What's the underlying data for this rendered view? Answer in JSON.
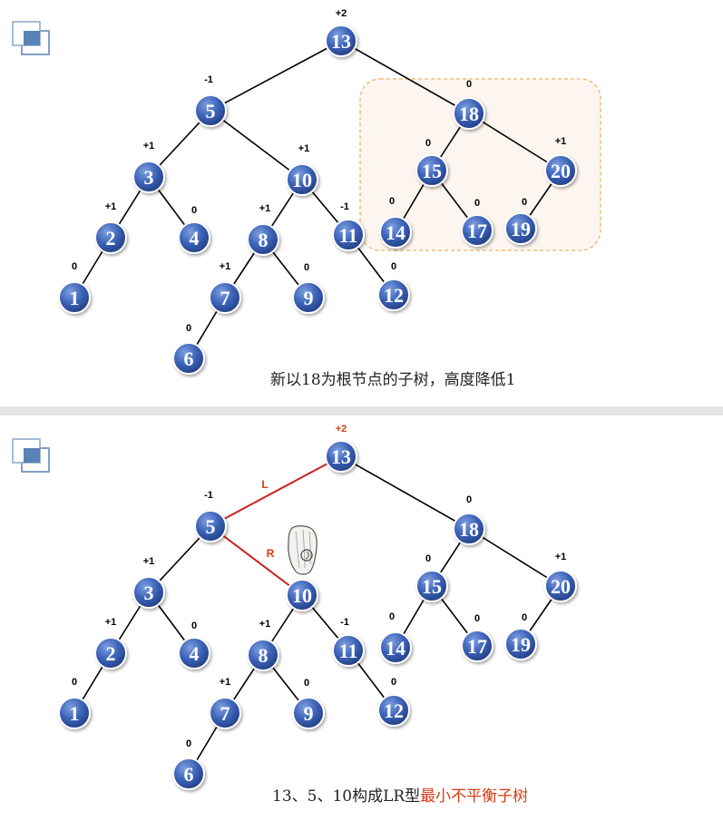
{
  "slides": [
    {
      "caption": "新以18为根节点的子树，高度降低1",
      "root_bf_color": "#000000",
      "highlight_box": true,
      "nodes": [
        {
          "key": "13",
          "bf": "+2"
        },
        {
          "key": "5",
          "bf": "-1"
        },
        {
          "key": "18",
          "bf": "0"
        },
        {
          "key": "3",
          "bf": "+1"
        },
        {
          "key": "10",
          "bf": "+1"
        },
        {
          "key": "15",
          "bf": "0"
        },
        {
          "key": "20",
          "bf": "+1"
        },
        {
          "key": "2",
          "bf": "+1"
        },
        {
          "key": "4",
          "bf": "0"
        },
        {
          "key": "8",
          "bf": "+1"
        },
        {
          "key": "11",
          "bf": "-1"
        },
        {
          "key": "14",
          "bf": "0"
        },
        {
          "key": "17",
          "bf": "0"
        },
        {
          "key": "19",
          "bf": "0"
        },
        {
          "key": "1",
          "bf": "0"
        },
        {
          "key": "7",
          "bf": "+1"
        },
        {
          "key": "9",
          "bf": "0"
        },
        {
          "key": "12",
          "bf": "0"
        },
        {
          "key": "6",
          "bf": "0"
        }
      ]
    },
    {
      "caption_prefix": "13、5、10构成LR型",
      "caption_highlight": "最小不平衡子树",
      "root_bf_color": "#d63a12",
      "highlight_box": false,
      "edge_labels": {
        "left": "L",
        "right": "R"
      },
      "nodes": [
        {
          "key": "13",
          "bf": "+2"
        },
        {
          "key": "5",
          "bf": "-1"
        },
        {
          "key": "18",
          "bf": "0"
        },
        {
          "key": "3",
          "bf": "+1"
        },
        {
          "key": "10",
          "bf": ""
        },
        {
          "key": "15",
          "bf": "0"
        },
        {
          "key": "20",
          "bf": "+1"
        },
        {
          "key": "2",
          "bf": "+1"
        },
        {
          "key": "4",
          "bf": "0"
        },
        {
          "key": "8",
          "bf": "+1"
        },
        {
          "key": "11",
          "bf": "-1"
        },
        {
          "key": "14",
          "bf": "0"
        },
        {
          "key": "17",
          "bf": "0"
        },
        {
          "key": "19",
          "bf": "0"
        },
        {
          "key": "1",
          "bf": "0"
        },
        {
          "key": "7",
          "bf": "+1"
        },
        {
          "key": "9",
          "bf": "0"
        },
        {
          "key": "12",
          "bf": "0"
        },
        {
          "key": "6",
          "bf": "0"
        }
      ]
    }
  ],
  "colors": {
    "node_fill": "#3b62b8",
    "node_highlight": "#7f9fe0",
    "node_edge": "#243f85",
    "highlight_edge": "#cc1f1f",
    "edge_label": "#d63a12",
    "box_border": "#f0b266",
    "box_fill": "#fdf6f0"
  }
}
